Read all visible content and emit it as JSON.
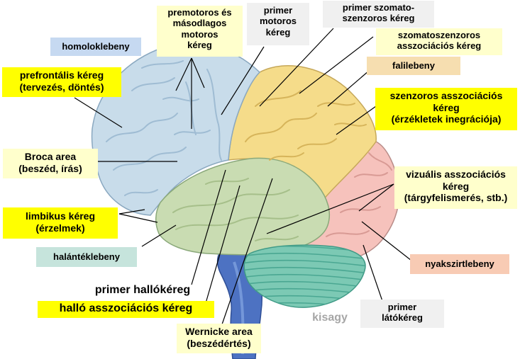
{
  "colors": {
    "frontal_lobe": "#c8dcea",
    "parietal_lobe": "#f5dc8a",
    "temporal_lobe": "#c9dcb2",
    "occipital_lobe": "#f6c2bc",
    "cerebellum": "#7cc9b4",
    "brainstem": "#4d72c2",
    "label_yellow": "#ffff00",
    "label_cream": "#ffffcc",
    "label_grey": "#f0f0f0",
    "label_blue": "#c6d9f1",
    "label_tan": "#f6deb0",
    "label_teal": "#c6e4dc",
    "label_pink": "#f8cbb4"
  },
  "labels": {
    "homoloklebeny": [
      "homoloklebeny"
    ],
    "prefrontal": [
      "prefrontális kéreg",
      "(tervezés, döntés)"
    ],
    "premotoros": [
      "premotoros és",
      "másodlagos",
      "motoros",
      "kéreg"
    ],
    "primer_motoros": [
      "primer",
      "motoros",
      "kéreg"
    ],
    "primer_szomato": [
      "primer szomato-",
      "szenzoros kéreg"
    ],
    "szomato_asszoc": [
      "szomatoszenzoros",
      "asszociációs kéreg"
    ],
    "falilebeny": [
      "falilebeny"
    ],
    "szenzoros_asszoc": [
      "szenzoros asszociációs",
      "kéreg",
      "(érzékletek inegrációja)"
    ],
    "broca": [
      "Broca area",
      "(beszéd, írás)"
    ],
    "vizualis": [
      "vizuális asszociációs",
      "kéreg",
      "(tárgyfelismerés, stb.)"
    ],
    "limbikus": [
      "limbikus kéreg",
      "(érzelmek)"
    ],
    "halantek": [
      "halántéklebeny"
    ],
    "nyakszirt": [
      "nyakszirtlebeny"
    ],
    "primer_hallo": [
      "primer hallókéreg"
    ],
    "hallo_asszoc": [
      "halló asszociációs kéreg"
    ],
    "kisagy": [
      "kisagy"
    ],
    "primer_lato": [
      "primer",
      "látókéreg"
    ],
    "wernicke": [
      "Wernicke area",
      "(beszédértés)"
    ]
  }
}
